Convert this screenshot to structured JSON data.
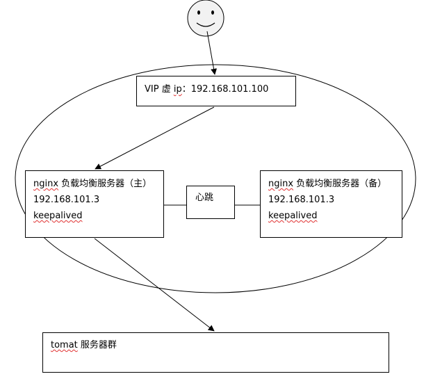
{
  "vip": {
    "label": "VIP 虚 ",
    "ip_word": "ip",
    "address": "：192.168.101.100"
  },
  "nginx_master": {
    "name_word": "nginx",
    "name_rest": " 负载均衡服务器（主）",
    "ip": "192.168.101.3",
    "software": "keepalived"
  },
  "nginx_backup": {
    "name_word": "nginx",
    "name_rest": " 负载均衡服务器（备）",
    "ip": "192.168.101.3",
    "software": "keepalived"
  },
  "heartbeat": {
    "label": "心跳"
  },
  "tomcat": {
    "name_word": "tomat",
    "name_rest": " 服务器群"
  },
  "colors": {
    "line": "#000000",
    "face_fill": "#f2f2f2",
    "spellcheck_underline": "#e03030"
  }
}
